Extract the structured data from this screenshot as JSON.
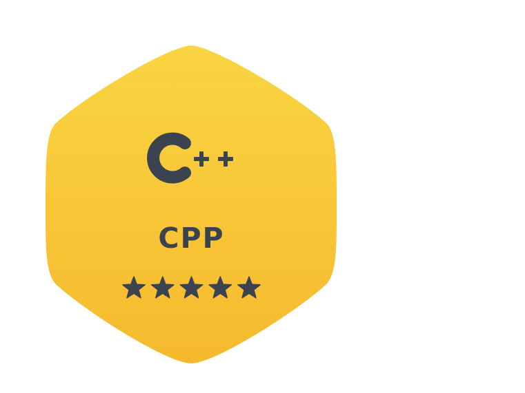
{
  "badge": {
    "label": "CPP",
    "icon": "cpp-logo-icon",
    "rating": {
      "stars_filled": 5,
      "stars_total": 5
    },
    "colors": {
      "gradient_top": "#f9d542",
      "gradient_bottom": "#f6b92e",
      "ink": "#3c4350",
      "background": "#ffffff"
    }
  }
}
